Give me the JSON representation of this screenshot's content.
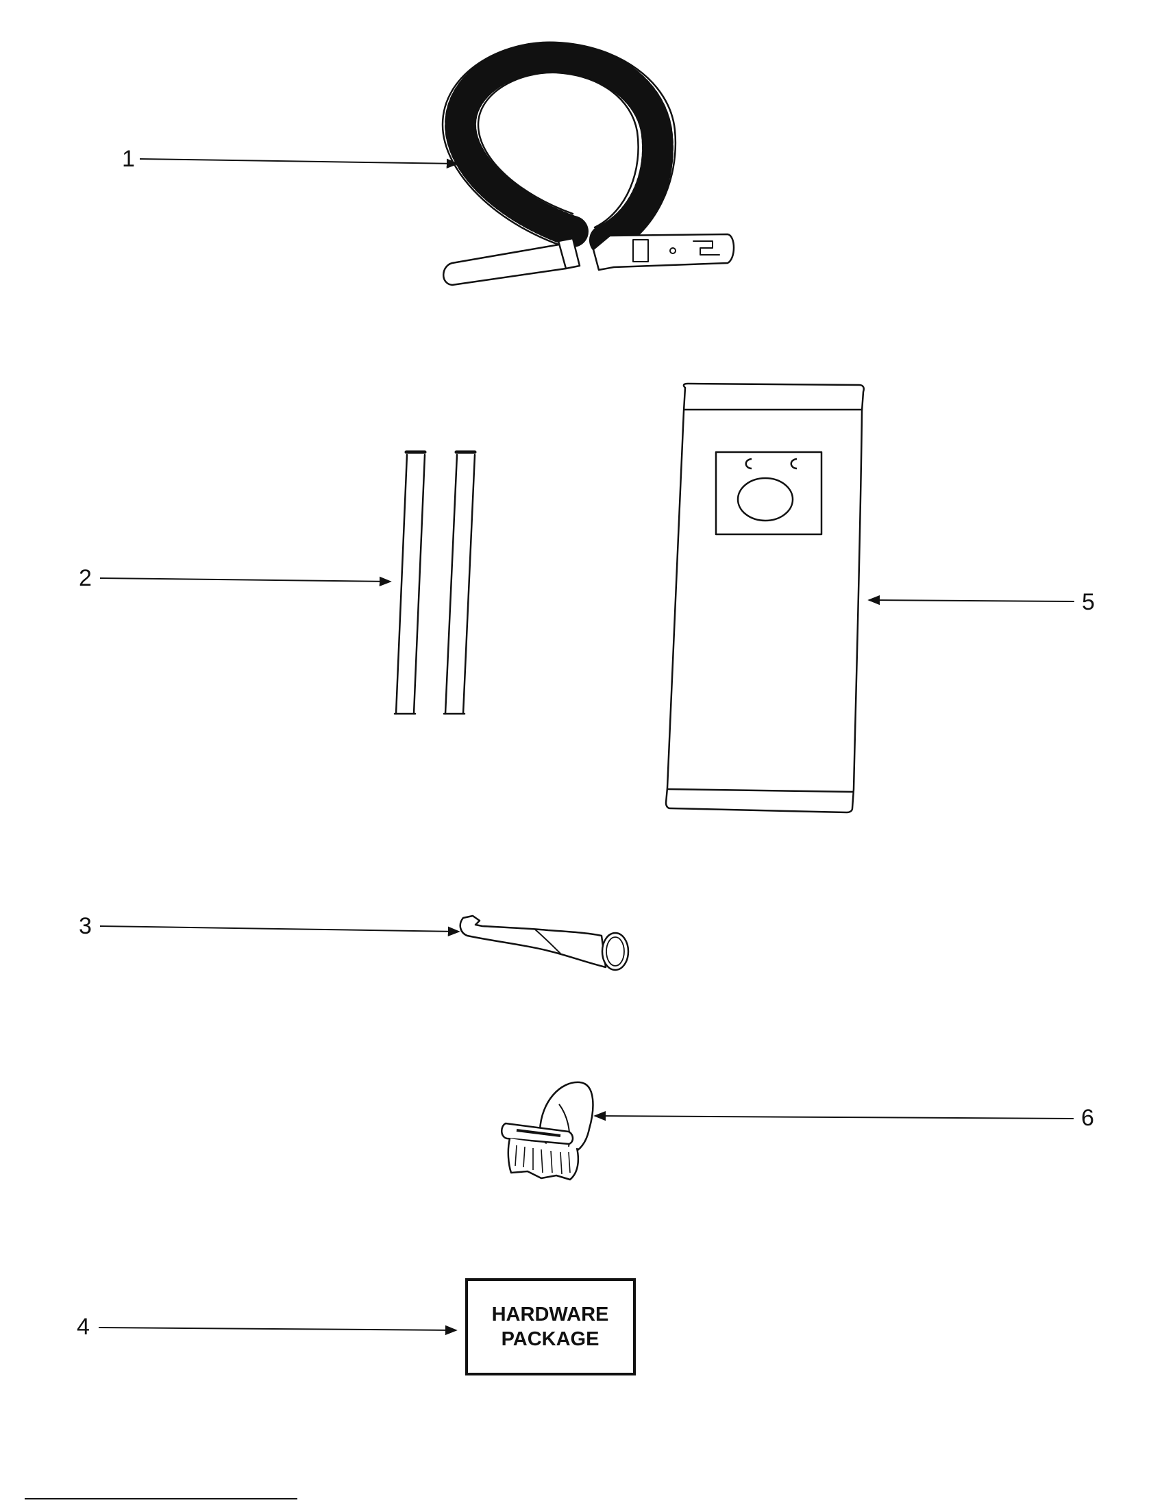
{
  "callouts": [
    {
      "label": "1",
      "part": "hose"
    },
    {
      "label": "2",
      "part": "extension-wands"
    },
    {
      "label": "3",
      "part": "crevice-tool"
    },
    {
      "label": "4",
      "part": "hardware-package"
    },
    {
      "label": "5",
      "part": "dust-bag"
    },
    {
      "label": "6",
      "part": "dusting-brush"
    }
  ],
  "hardware_package": {
    "line1": "HARDWARE",
    "line2": "PACKAGE"
  },
  "colors": {
    "ink": "#111111",
    "background": "#ffffff"
  }
}
